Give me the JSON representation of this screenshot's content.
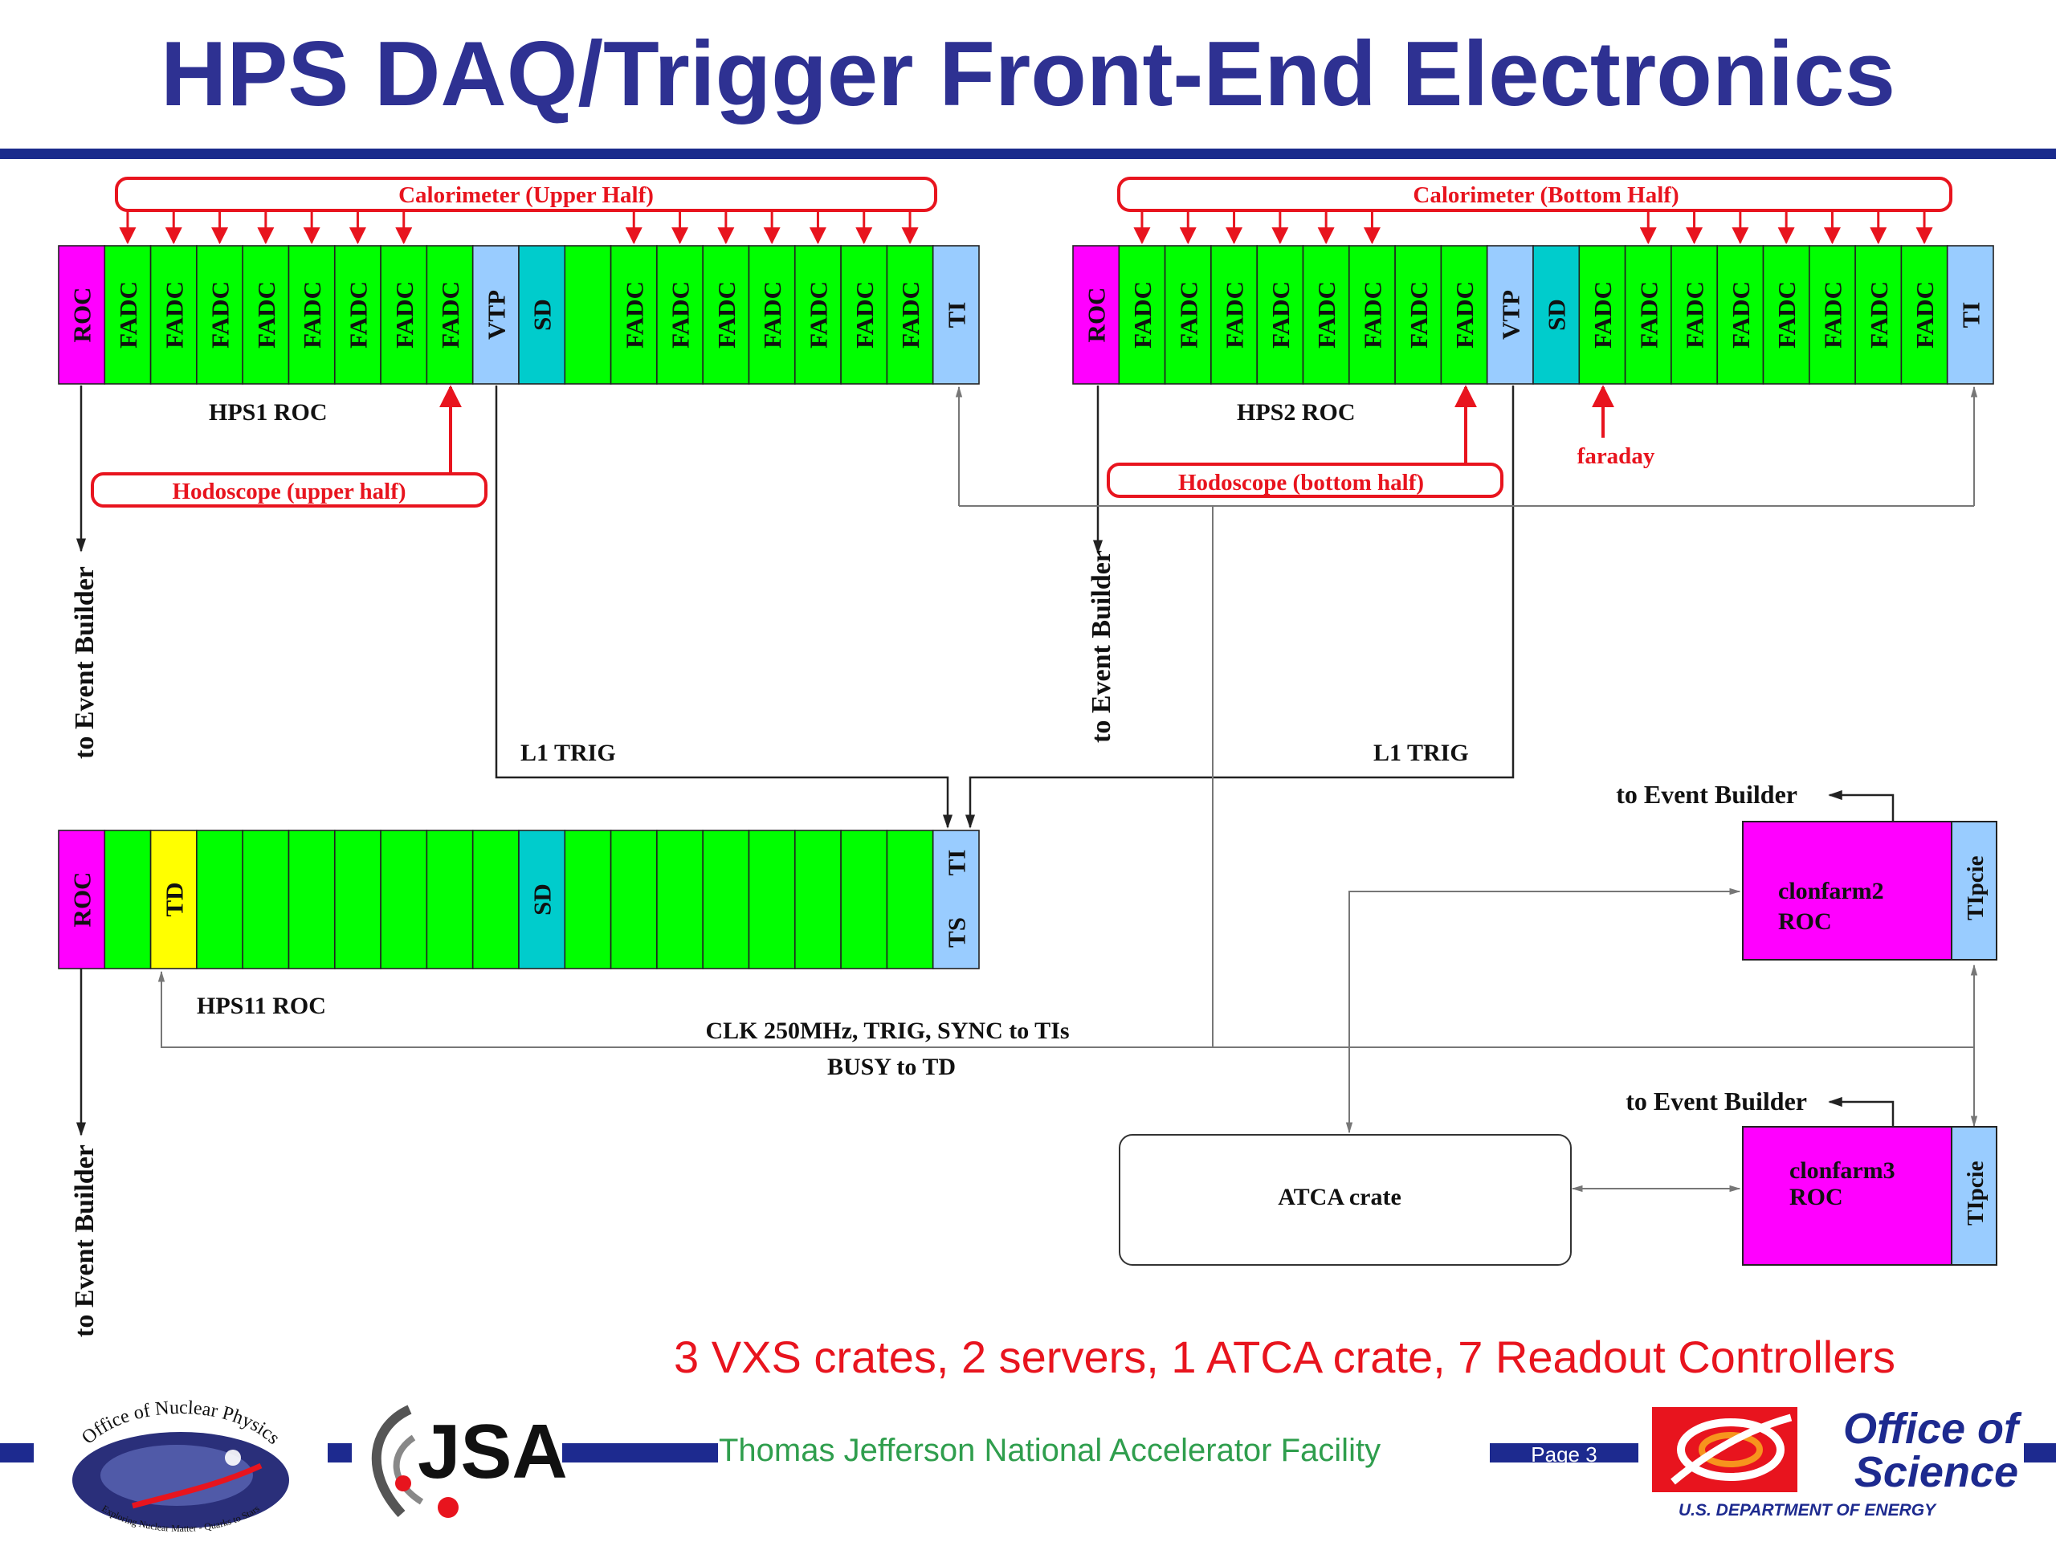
{
  "title": "HPS DAQ/Trigger Front-End Electronics",
  "summary": "3 VXS crates, 2 servers, 1 ATCA crate, 7 Readout Controllers",
  "footer": {
    "lab_name": "Thomas Jefferson National Accelerator Facility",
    "page_label": "Page 3",
    "np_logo_top": "Office of Nuclear Physics",
    "np_logo_bottom": "Exploring Nuclear Matter - Quarks to Stars",
    "jsa_logo": "JSA",
    "os_logo_line1": "Office of",
    "os_logo_line2": "Science",
    "os_logo_sub": "U.S. DEPARTMENT OF ENERGY"
  },
  "colors": {
    "title_blue": "#2e3192",
    "roc_magenta": "#ff00ff",
    "fadc_green": "#00ff00",
    "vtp_blue": "#99ccff",
    "sd_teal": "#00cccc",
    "td_yellow": "#ffff00",
    "bracket_red": "#e8141e",
    "summary_red": "#e8141e",
    "footer_green": "#2f9e4d",
    "band_blue": "#1d2a8f"
  },
  "crates": {
    "hps1": {
      "name": "HPS1 ROC",
      "slots": [
        "ROC",
        "FADC",
        "FADC",
        "FADC",
        "FADC",
        "FADC",
        "FADC",
        "FADC",
        "FADC",
        "VTP",
        "SD",
        "",
        "FADC",
        "FADC",
        "FADC",
        "FADC",
        "FADC",
        "FADC",
        "FADC",
        "TI"
      ]
    },
    "hps2": {
      "name": "HPS2 ROC",
      "slots": [
        "ROC",
        "FADC",
        "FADC",
        "FADC",
        "FADC",
        "FADC",
        "FADC",
        "FADC",
        "FADC",
        "VTP",
        "SD",
        "FADC",
        "FADC",
        "FADC",
        "FADC",
        "FADC",
        "FADC",
        "FADC",
        "FADC",
        "TI"
      ]
    },
    "hps11": {
      "name": "HPS11 ROC",
      "slots": [
        "ROC",
        "",
        "TD",
        "",
        "",
        "",
        "",
        "",
        "",
        "",
        "SD",
        "",
        "",
        "",
        "",
        "",
        "",
        "",
        "",
        ""
      ],
      "ti_label": "TI",
      "ts_label": "TS"
    }
  },
  "labels": {
    "cal_upper": "Calorimeter (Upper Half)",
    "cal_bottom": "Calorimeter (Bottom Half)",
    "hodo_upper": "Hodoscope (upper half)",
    "hodo_bottom": "Hodoscope (bottom half)",
    "faraday": "faraday",
    "to_event_builder": "to Event Builder",
    "l1_trig": "L1 TRIG",
    "clk_line": "CLK 250MHz, TRIG, SYNC to TIs",
    "busy_line": "BUSY to TD",
    "atca": "ATCA crate",
    "clonfarm2": [
      "clonfarm2",
      "ROC"
    ],
    "clonfarm3": [
      "clonfarm3",
      "ROC"
    ],
    "tipcie": "TIpcie"
  }
}
